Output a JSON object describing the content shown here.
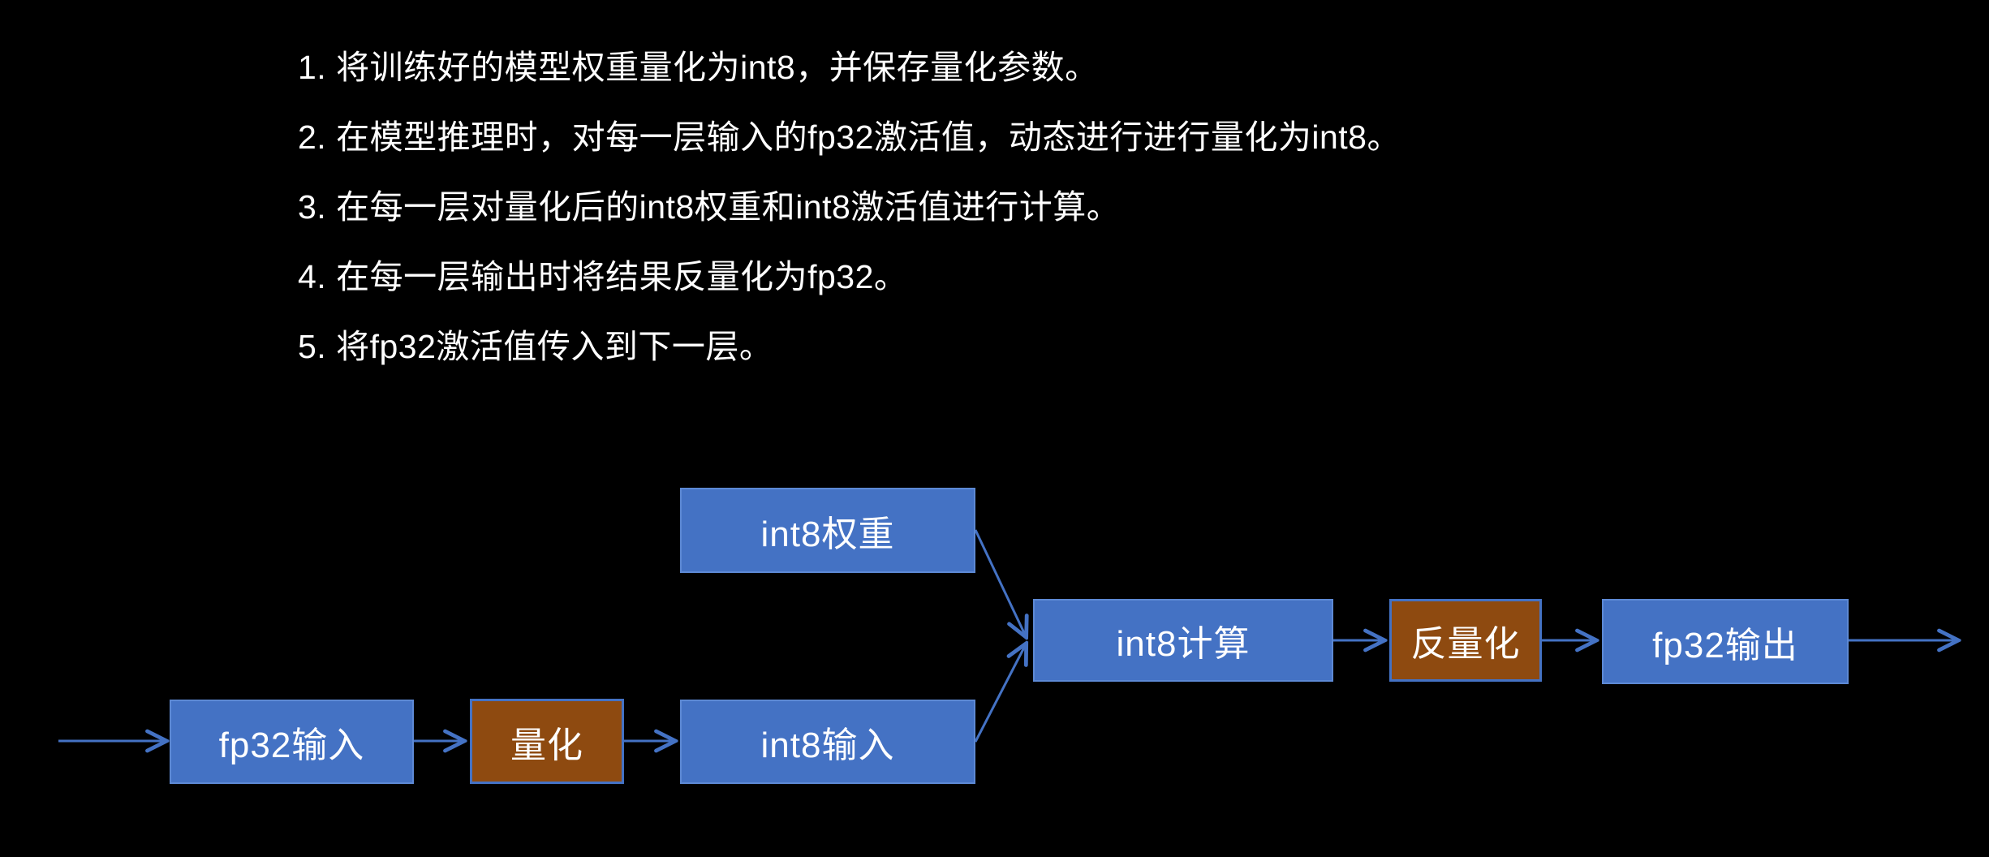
{
  "background_color": "#000000",
  "colors": {
    "box_blue": "#4472C4",
    "box_brown": "#8E4A10",
    "brown_box_border_blue": "#4472C4",
    "arrow_blue": "#4472C4",
    "text_white": "#FFFFFF"
  },
  "steps": [
    {
      "text": "1. 将训练好的模型权重量化为int8，并保存量化参数。"
    },
    {
      "text": "2. 在模型推理时，对每一层输入的fp32激活值，动态进行进行量化为int8。"
    },
    {
      "text": "3. 在每一层对量化后的int8权重和int8激活值进行计算。"
    },
    {
      "text": "4. 在每一层输出时将结果反量化为fp32。"
    },
    {
      "text": "5. 将fp32激活值传入到下一层。"
    }
  ],
  "diagram": {
    "nodes": {
      "int8_weight": {
        "label": "int8权重",
        "type": "blue"
      },
      "fp32_input": {
        "label": "fp32输入",
        "type": "blue"
      },
      "quantize": {
        "label": "量化",
        "type": "brown"
      },
      "int8_input": {
        "label": "int8输入",
        "type": "blue"
      },
      "int8_compute": {
        "label": "int8计算",
        "type": "blue"
      },
      "dequantize": {
        "label": "反量化",
        "type": "brown"
      },
      "fp32_output": {
        "label": "fp32输出",
        "type": "blue"
      }
    },
    "edges": [
      {
        "from": "external-input",
        "to": "fp32_input"
      },
      {
        "from": "fp32_input",
        "to": "quantize"
      },
      {
        "from": "quantize",
        "to": "int8_input"
      },
      {
        "from": "int8_weight",
        "to": "int8_compute"
      },
      {
        "from": "int8_input",
        "to": "int8_compute"
      },
      {
        "from": "int8_compute",
        "to": "dequantize"
      },
      {
        "from": "dequantize",
        "to": "fp32_output"
      },
      {
        "from": "fp32_output",
        "to": "external-output"
      }
    ]
  }
}
